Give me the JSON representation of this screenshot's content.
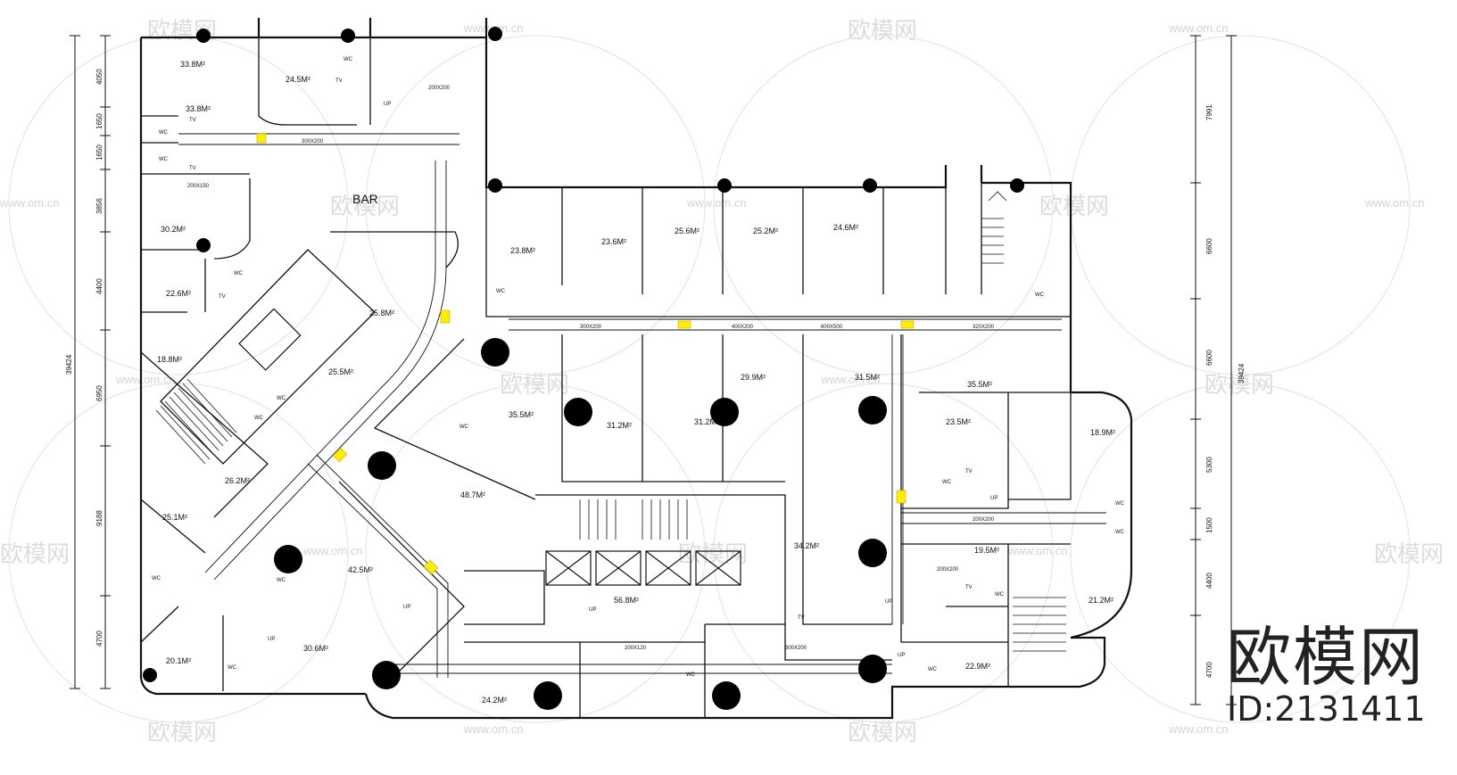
{
  "bar_label": "BAR",
  "rooms": [
    {
      "id": "r1",
      "label": "33.8M²"
    },
    {
      "id": "r2",
      "label": "24.5M²"
    },
    {
      "id": "r3",
      "label": "33.8M²"
    },
    {
      "id": "r4",
      "label": "30.2M²"
    },
    {
      "id": "r5",
      "label": "22.6M²"
    },
    {
      "id": "r6",
      "label": "18.8M²"
    },
    {
      "id": "r7",
      "label": "25.8M²"
    },
    {
      "id": "r8",
      "label": "25.5M²"
    },
    {
      "id": "r9",
      "label": "26.2M²"
    },
    {
      "id": "r10",
      "label": "25.1M²"
    },
    {
      "id": "r11",
      "label": "42.5M²"
    },
    {
      "id": "r12",
      "label": "30.6M²"
    },
    {
      "id": "r13",
      "label": "20.1M²"
    },
    {
      "id": "r14",
      "label": "48.7M²"
    },
    {
      "id": "r15",
      "label": "35.5M²"
    },
    {
      "id": "r16",
      "label": "31.2M²"
    },
    {
      "id": "r17",
      "label": "31.2M²"
    },
    {
      "id": "r18",
      "label": "29.9M²"
    },
    {
      "id": "r19",
      "label": "31.5M²"
    },
    {
      "id": "r20",
      "label": "23.8M²"
    },
    {
      "id": "r21",
      "label": "23.6M²"
    },
    {
      "id": "r22",
      "label": "25.6M²"
    },
    {
      "id": "r23",
      "label": "25.2M²"
    },
    {
      "id": "r24",
      "label": "24.6M²"
    },
    {
      "id": "r25",
      "label": "35.5M²"
    },
    {
      "id": "r26",
      "label": "23.5M²"
    },
    {
      "id": "r27",
      "label": "18.9M²"
    },
    {
      "id": "r28",
      "label": "19.5M²"
    },
    {
      "id": "r29",
      "label": "21.2M²"
    },
    {
      "id": "r30",
      "label": "22.9M²"
    },
    {
      "id": "r31",
      "label": "34.2M²"
    },
    {
      "id": "r32",
      "label": "56.8M²"
    },
    {
      "id": "r33",
      "label": "24.2M²"
    }
  ],
  "fixture_labels": {
    "wc": "WC",
    "tv": "TV",
    "up": "UP"
  },
  "duct_labels": [
    "300X200",
    "200X200",
    "200X150",
    "400X200",
    "600X500",
    "320X200",
    "200X120"
  ],
  "left_dims": [
    "4050",
    "1650",
    "1650",
    "3856",
    "4400",
    "6950",
    "9188",
    "4700"
  ],
  "left_total": "39424",
  "right_dims": [
    "7991",
    "6600",
    "6600",
    "5300",
    "1500",
    "4400",
    "4700"
  ],
  "right_total": "39424",
  "watermark": {
    "logo_text": "欧模网",
    "url": "www.om.cn"
  },
  "brand": {
    "name": "欧模网",
    "id": "ID:2131411"
  }
}
